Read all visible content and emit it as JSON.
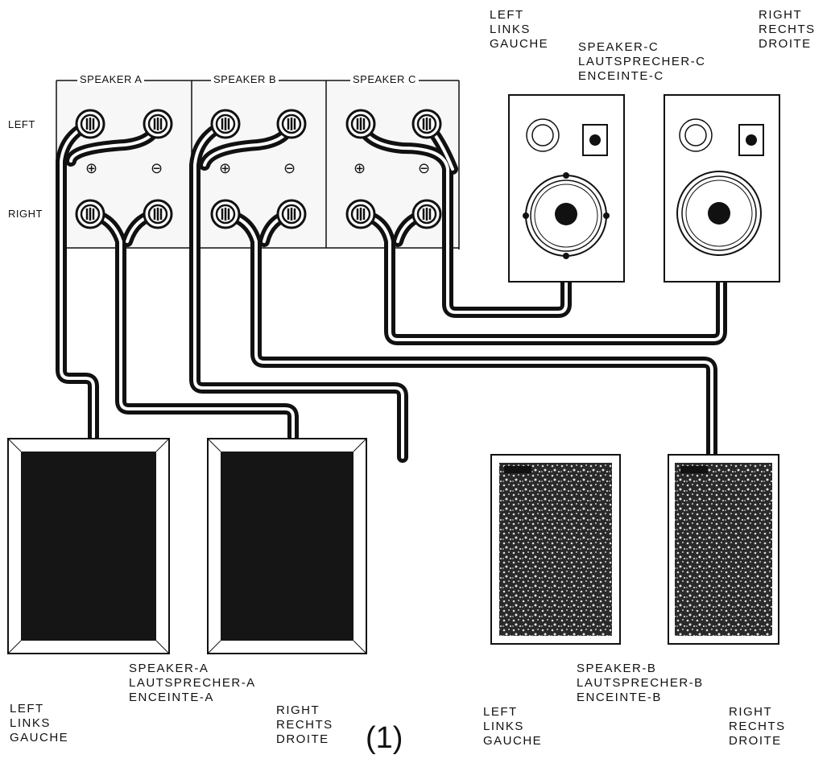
{
  "panel": {
    "headers": [
      "SPEAKER A",
      "SPEAKER B",
      "SPEAKER C"
    ],
    "left_label": "LEFT",
    "right_label": "RIGHT",
    "plus_symbol": "⊕",
    "minus_symbol": "⊖"
  },
  "speaker_c": {
    "left": [
      "LEFT",
      "LINKS",
      "GAUCHE"
    ],
    "name": [
      "SPEAKER-C",
      "LAUTSPRECHER-C",
      "ENCEINTE-C"
    ],
    "right": [
      "RIGHT",
      "RECHTS",
      "DROITE"
    ]
  },
  "speaker_a": {
    "name": [
      "SPEAKER-A",
      "LAUTSPRECHER-A",
      "ENCEINTE-A"
    ],
    "left": [
      "LEFT",
      "LINKS",
      "GAUCHE"
    ],
    "right": [
      "RIGHT",
      "RECHTS",
      "DROITE"
    ]
  },
  "speaker_b": {
    "name": [
      "SPEAKER-B",
      "LAUTSPRECHER-B",
      "ENCEINTE-B"
    ],
    "left": [
      "LEFT",
      "LINKS",
      "GAUCHE"
    ],
    "right": [
      "RIGHT",
      "RECHTS",
      "DROITE"
    ]
  },
  "figure_number": "(1)",
  "colors": {
    "ink": "#111111",
    "paper": "#ffffff",
    "panel": "#f7f7f7"
  }
}
